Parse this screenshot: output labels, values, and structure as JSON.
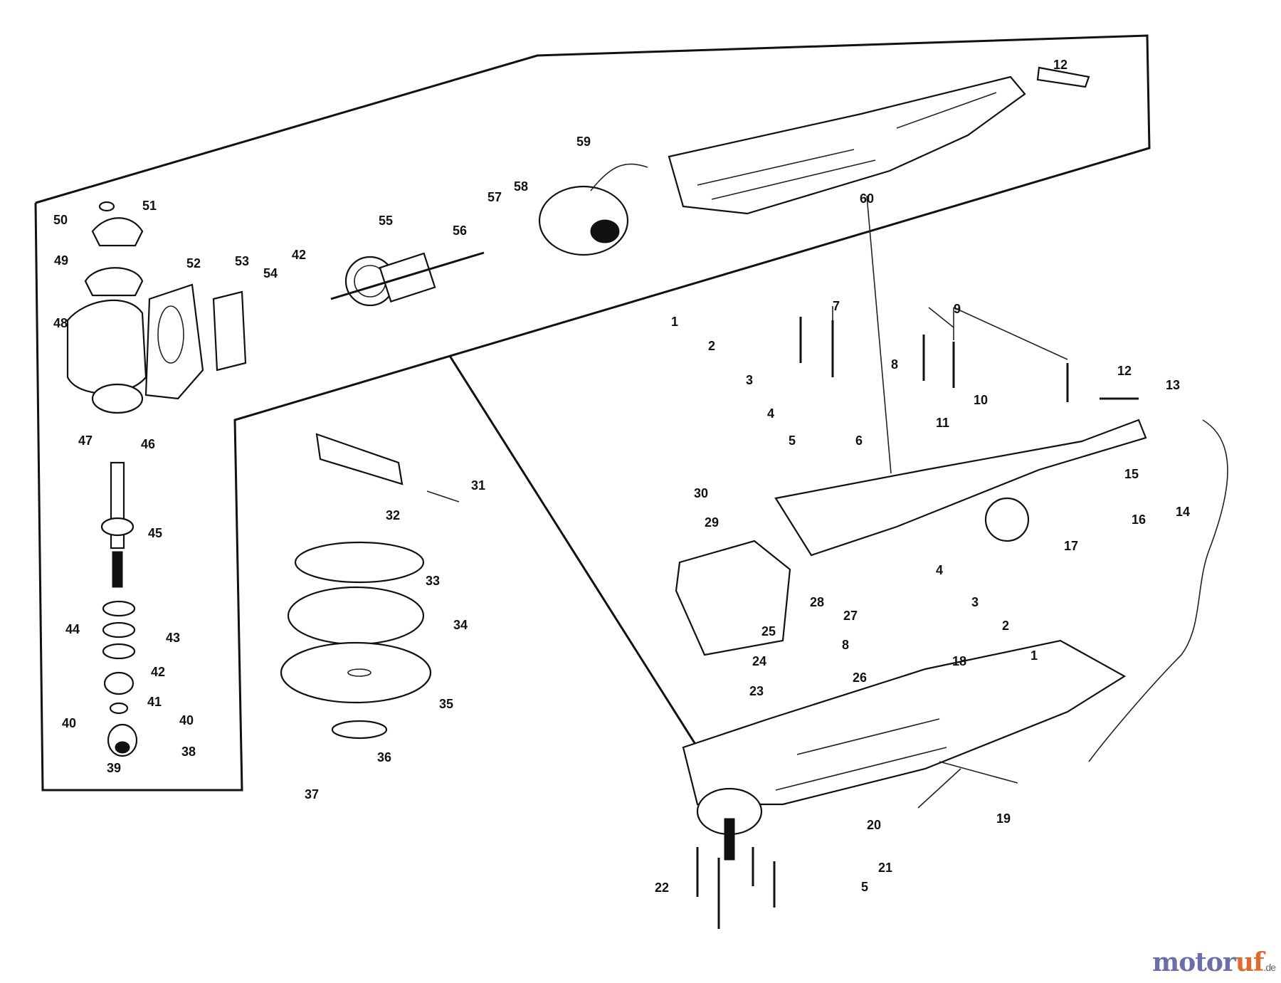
{
  "labels": [
    "1",
    "2",
    "3",
    "4",
    "5",
    "6",
    "7",
    "8",
    "9",
    "10",
    "11",
    "12",
    "13",
    "14",
    "15",
    "16",
    "17",
    "18",
    "19",
    "20",
    "21",
    "22",
    "23",
    "24",
    "25",
    "26",
    "27",
    "28",
    "29",
    "30",
    "31",
    "32",
    "33",
    "34",
    "35",
    "36",
    "37",
    "38",
    "39",
    "40",
    "41",
    "42",
    "43",
    "44",
    "45",
    "46",
    "47",
    "48",
    "49",
    "50",
    "51",
    "52",
    "53",
    "54",
    "55",
    "56",
    "57",
    "58",
    "59",
    "60"
  ],
  "watermark": {
    "brand_a": "motor",
    "brand_b": "uf",
    "suffix": ".de"
  }
}
